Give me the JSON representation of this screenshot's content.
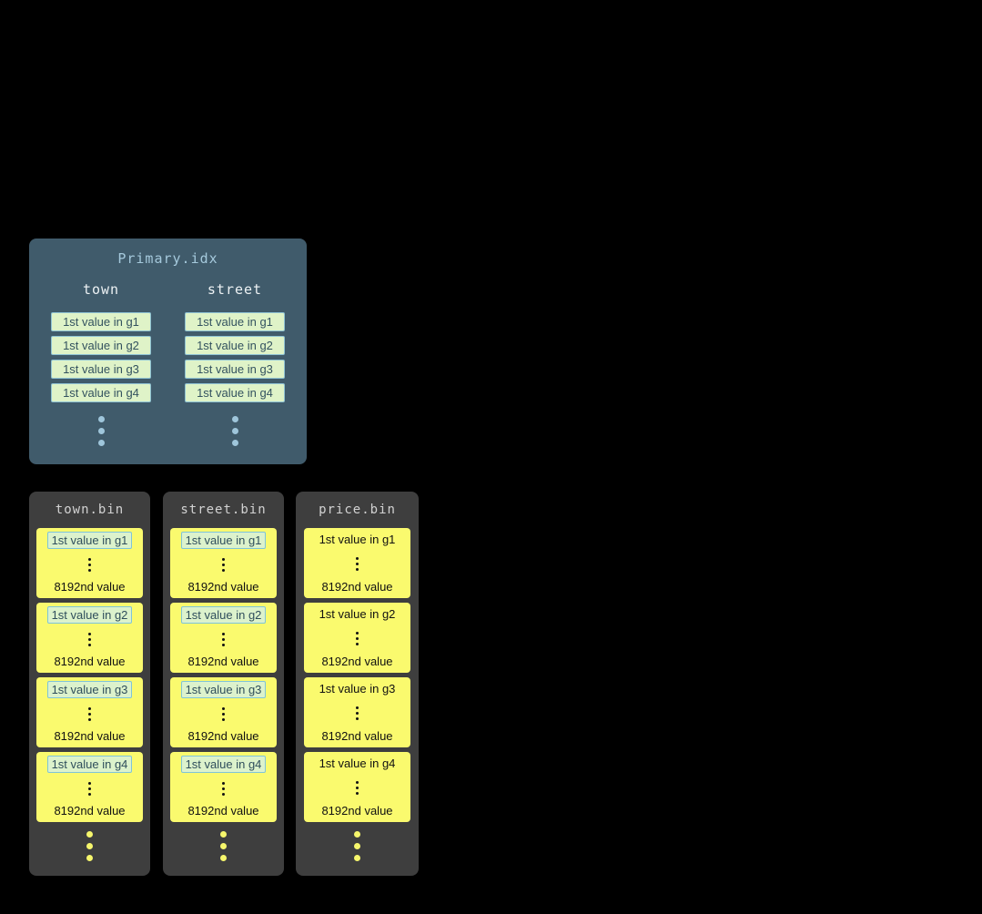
{
  "primary_idx": {
    "title": "Primary.idx",
    "columns": [
      {
        "name": "town",
        "entries": [
          "1st value in g1",
          "1st value in g2",
          "1st value in g3",
          "1st value in g4"
        ]
      },
      {
        "name": "street",
        "entries": [
          "1st value in g1",
          "1st value in g2",
          "1st value in g3",
          "1st value in g4"
        ]
      }
    ]
  },
  "bin_files": [
    {
      "title": "town.bin",
      "highlighted": true,
      "granules": [
        {
          "first": "1st value in g1",
          "last": "8192nd value"
        },
        {
          "first": "1st value in g2",
          "last": "8192nd value"
        },
        {
          "first": "1st value in g3",
          "last": "8192nd value"
        },
        {
          "first": "1st value in g4",
          "last": "8192nd value"
        }
      ]
    },
    {
      "title": "street.bin",
      "highlighted": true,
      "granules": [
        {
          "first": "1st value in g1",
          "last": "8192nd value"
        },
        {
          "first": "1st value in g2",
          "last": "8192nd value"
        },
        {
          "first": "1st value in g3",
          "last": "8192nd value"
        },
        {
          "first": "1st value in g4",
          "last": "8192nd value"
        }
      ]
    },
    {
      "title": "price.bin",
      "highlighted": false,
      "granules": [
        {
          "first": "1st value in g1",
          "last": "8192nd value"
        },
        {
          "first": "1st value in g2",
          "last": "8192nd value"
        },
        {
          "first": "1st value in g3",
          "last": "8192nd value"
        },
        {
          "first": "1st value in g4",
          "last": "8192nd value"
        }
      ]
    }
  ],
  "colors": {
    "background": "#000000",
    "primary_panel": "#405B6B",
    "primary_title": "#A5C9DC",
    "index_entry_bg": "#DFF3C8",
    "index_entry_border": "#8FC3D4",
    "bin_panel": "#3E3E3E",
    "granule_bg": "#FAFA6E",
    "highlight_bg": "#DCF2CC",
    "highlight_border": "#7FC4D8",
    "dot_blue": "#9FC6DB",
    "dot_yellow": "#F6F66C"
  }
}
